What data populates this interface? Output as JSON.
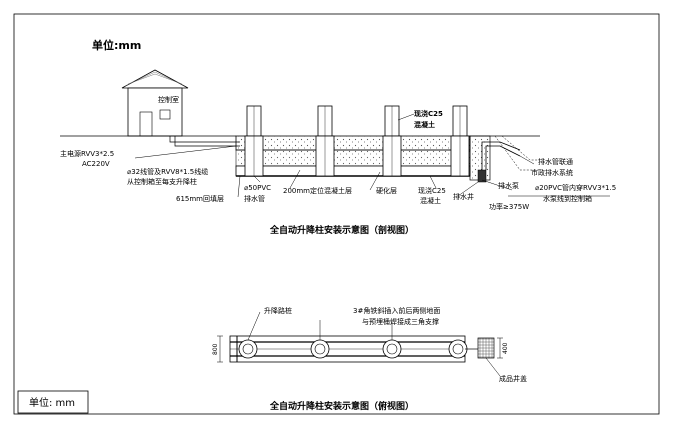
{
  "unit_top": "单位:mm",
  "unit_box": "单位: mm",
  "section_view": {
    "control_room": "控制室",
    "concrete_top": "现浇C25",
    "concrete_top_2": "混凝土",
    "power_line_1": "主电源RVV3*2.5",
    "power_line_2": "AC220V",
    "conduit_1": "⌀32线管及RVV8*1.5线缆",
    "conduit_2": "从控制箱至每支升降柱",
    "drain_pipe_1": "⌀50PVC",
    "drain_pipe_2": "排水管",
    "backfill": "615mm回填层",
    "concrete_base": "200mm定位混凝土层",
    "hardened": "硬化层",
    "concrete_bottom_1": "现浇C25",
    "concrete_bottom_2": "混凝土",
    "drain_well": "排水井",
    "drain_connect_1": "排水管联通",
    "drain_connect_2": "市政排水系统",
    "pump_1": "排水泵",
    "pump_2": "功率≥375W",
    "pvc_line_1": "⌀20PVC管内穿RVV3*1.5",
    "pvc_line_2": "水泵线到控制箱",
    "title": "全自动升降柱安装示意图（剖视图）"
  },
  "top_view": {
    "bollard_label": "升降路桩",
    "angle_iron_1": "3#角铁斜插入前后两侧地面",
    "angle_iron_2": "与预埋桶焊接成三角支撑",
    "dim_left": "800",
    "dim_right": "400",
    "finished_well": "成品井盖",
    "title": "全自动升降柱安装示意图（俯视图）"
  }
}
